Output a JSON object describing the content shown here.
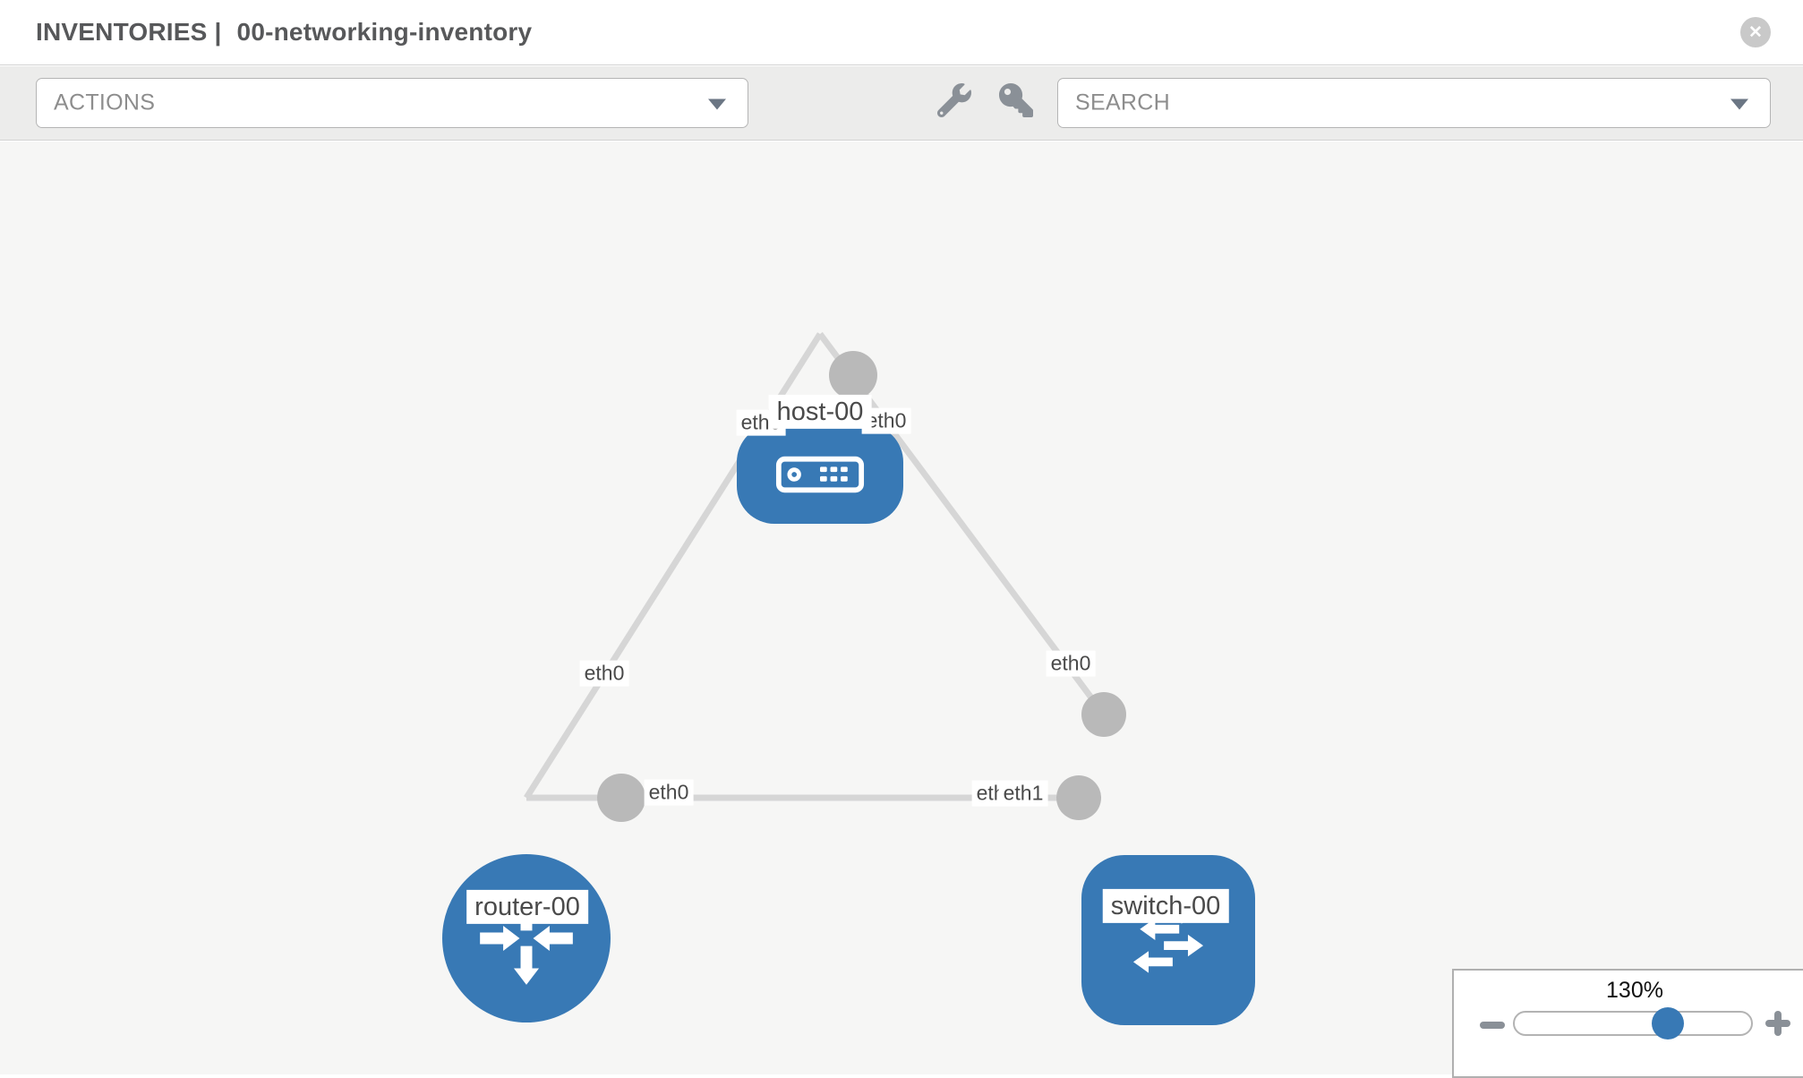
{
  "header": {
    "breadcrumb": "INVENTORIES",
    "separator": "|",
    "inventory_name": "00-networking-inventory",
    "close_icon": "✕"
  },
  "toolbar": {
    "actions_label": "ACTIONS",
    "search_placeholder": "SEARCH",
    "icons": [
      "wrench-icon",
      "key-icon"
    ]
  },
  "topology": {
    "nodes": [
      {
        "label": "host-00",
        "type": "host"
      },
      {
        "label": "router-00",
        "type": "router"
      },
      {
        "label": "switch-00",
        "type": "switch"
      }
    ],
    "links": [
      {
        "from": "host-00",
        "to": "router-00",
        "from_interface": "eth0",
        "to_interface": "eth0"
      },
      {
        "from": "host-00",
        "to": "switch-00",
        "from_interface": "eth0",
        "to_interface": "eth0"
      },
      {
        "from": "router-00",
        "to": "switch-00",
        "from_interface": "eth0",
        "to_interface": "eth1"
      }
    ],
    "interface_labels": {
      "host_to_router_at_host": "eth0",
      "host_to_router_at_router": "eth0",
      "host_to_switch_at_host": "eth0",
      "host_to_switch_at_switch": "eth0",
      "router_to_switch_at_router": "eth0",
      "router_to_switch_at_switch_under": "eth0",
      "router_to_switch_at_switch_over": "eth1"
    }
  },
  "zoom_panel": {
    "level": "130%",
    "zoom_out_icon": "minus",
    "zoom_in_icon": "plus"
  },
  "colors": {
    "node_blue": "#3879b5",
    "link_gray": "#d6d6d6",
    "interface_dot_gray": "#b9b9b9",
    "toolbar_bg": "#ececeb",
    "canvas_bg": "#f6f6f5",
    "icon_gray": "#8a9097",
    "label_text": "#4a4a4a",
    "title_text": "#57585a"
  }
}
